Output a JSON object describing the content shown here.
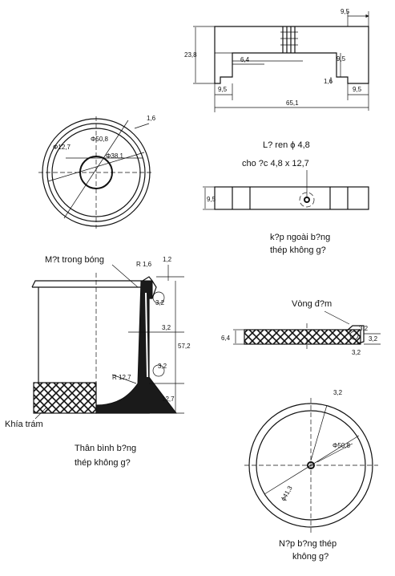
{
  "clamp_top": {
    "dims": {
      "top_right_95": "9,5",
      "height_238": "23,8",
      "inner_64": "6,4",
      "slot_95": "9,5",
      "left_foot_95": "9,5",
      "right_foot_95": "9,5",
      "step_16": "1,6",
      "total_651": "65,1"
    }
  },
  "ring_view": {
    "dims": {
      "d127": "Φ12,7",
      "d508": "Φ50,8",
      "d381": "Φ38,1",
      "t16": "1,6"
    }
  },
  "clamp_side": {
    "thread_note": "L? ren ϕ 4,8",
    "slot_note": "cho ?c 4,8 x 12,7",
    "height_95": "9,5",
    "caption_line1": "k?p ngoài b?ng",
    "caption_line2": "thép không g?"
  },
  "body_section": {
    "inner_face_label": "M?t trong bóng",
    "knurl_label": "Khía trám",
    "dims": {
      "r16": "R 1,6",
      "d12": "1,2",
      "d32a": "3,2",
      "d32b": "3,2",
      "d572": "57,2",
      "r127": "R 12,7",
      "d32c": "3,2",
      "d127": "12,7"
    },
    "caption_line1": "Thân bình b?ng",
    "caption_line2": "thép không g?"
  },
  "lid_section": {
    "gasket_label": "Vòng đ?m",
    "dims": {
      "d64": "6,4",
      "d32": "3,2",
      "d32b": "3,2",
      "d32c": "3,2"
    }
  },
  "lid_plan": {
    "dims": {
      "d32": "3,2",
      "d508": "Φ50,8",
      "d413": "ϕ41,3"
    },
    "caption_line1": "N?p b?ng thép",
    "caption_line2": "không g?"
  }
}
